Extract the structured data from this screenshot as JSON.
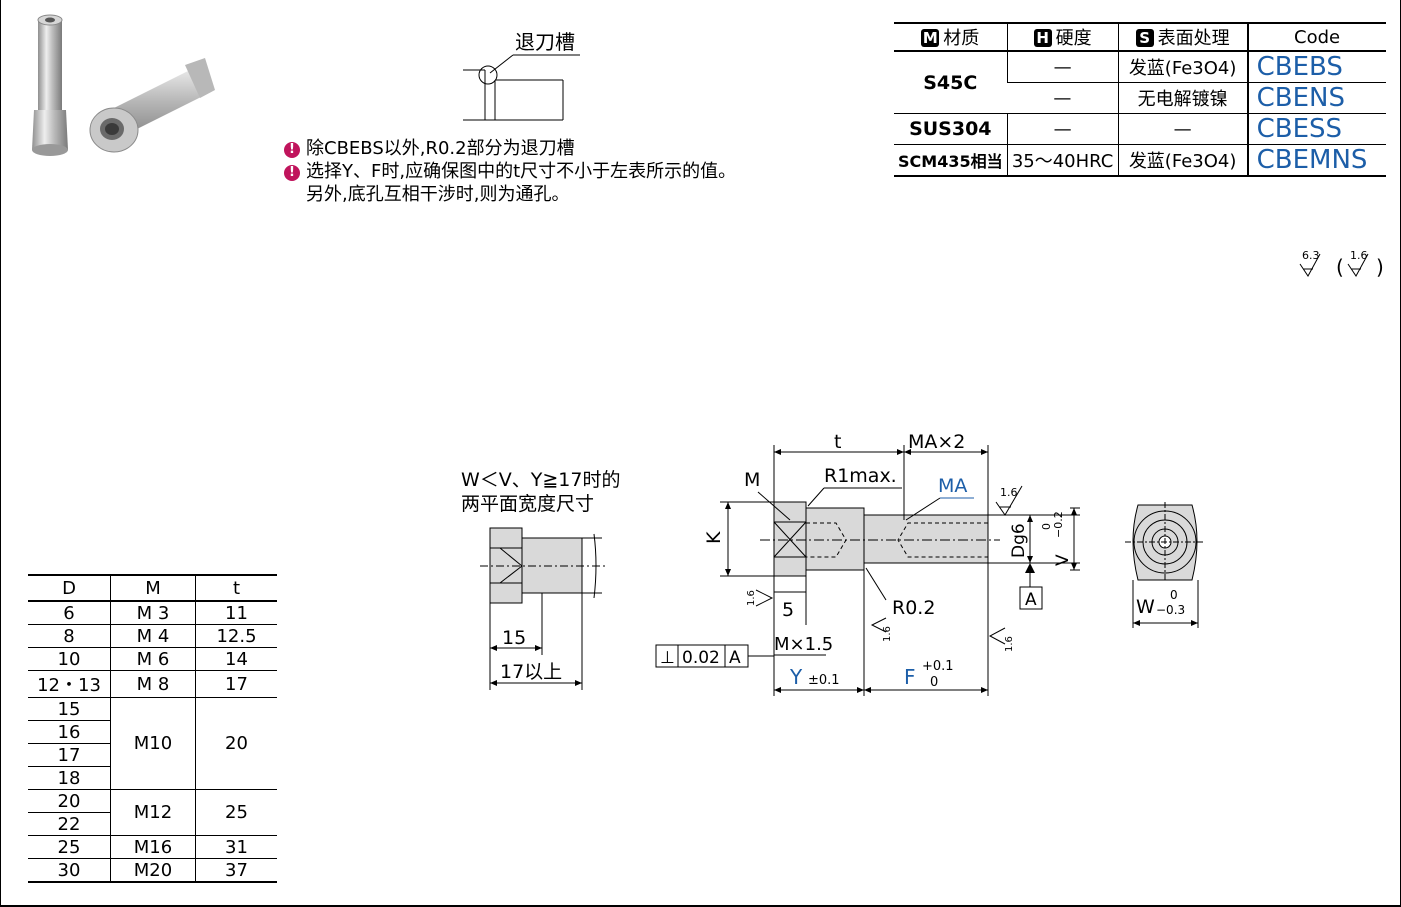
{
  "material_table": {
    "headers": [
      {
        "badge": "M",
        "label": "材质"
      },
      {
        "badge": "H",
        "label": "硬度"
      },
      {
        "badge": "S",
        "label": "表面处理"
      },
      {
        "badge": "",
        "label": "Code"
      }
    ],
    "rows": [
      {
        "material": "S45C",
        "hardness": "—",
        "surface": "发蓝(Fe3O4)",
        "code": "CBEBS"
      },
      {
        "hardness": "—",
        "surface": "无电解镀镍",
        "code": "CBENS"
      },
      {
        "material": "SUS304",
        "hardness": "—",
        "surface": "—",
        "code": "CBESS"
      },
      {
        "material": "SCM435相当",
        "hardness": "35～40HRC",
        "surface": "发蓝(Fe3O4)",
        "code": "CBEMNS"
      }
    ]
  },
  "groove_label": "退刀槽",
  "notes": [
    "除CBEBS以外,R0.2部分为退刀槽",
    "选择Y、F时,应确保图中的t尺寸不小于左表所示的值。",
    "另外,底孔互相干涉时,则为通孔。"
  ],
  "roughness": {
    "main": "6.3",
    "paren": "1.6"
  },
  "flat_note": [
    "W＜V、Y≧17时的",
    "两平面宽度尺寸"
  ],
  "detail_dims": {
    "d15": "15",
    "d17": "17以上"
  },
  "drawing": {
    "t": "t",
    "ma2": "MA×2",
    "m": "M",
    "r1": "R1max.",
    "ma": "MA",
    "k": "K",
    "dg6": "Dg6",
    "v": "V",
    "v_tol_upper": "0",
    "v_tol_lower": "−0.2",
    "a": "A",
    "five": "5",
    "r02": "R0.2",
    "mx15": "M×1.5",
    "y": "Y",
    "y_tol": "±0.1",
    "f": "F",
    "f_tol_upper": "+0.1",
    "f_tol_lower": "0",
    "perp_symbol": "⊥",
    "perp_val": "0.02",
    "perp_ref": "A",
    "rough16": "1.6",
    "w": "W",
    "w_tol_upper": "0",
    "w_tol_lower": "−0.3"
  },
  "dim_table": {
    "headers": [
      "D",
      "M",
      "t"
    ],
    "rows": [
      [
        "6",
        "M 3",
        "11"
      ],
      [
        "8",
        "M 4",
        "12.5"
      ],
      [
        "10",
        "M 6",
        "14"
      ],
      [
        "12・13",
        "M 8",
        "17"
      ],
      [
        "15",
        "M10",
        "20"
      ],
      [
        "16"
      ],
      [
        "17"
      ],
      [
        "18"
      ],
      [
        "20",
        "M12",
        "25"
      ],
      [
        "22"
      ],
      [
        "25",
        "M16",
        "31"
      ],
      [
        "30",
        "M20",
        "37"
      ]
    ]
  }
}
